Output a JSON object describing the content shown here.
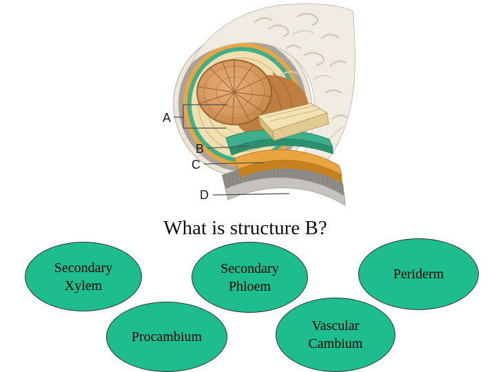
{
  "slide": {
    "title": "What is structure B?",
    "background": "#ffffff"
  },
  "colors": {
    "option_fill": "#1ebd8d",
    "option_stroke": "#2f2f2f",
    "option_text": "#000000",
    "title_text": "#0d0d0d"
  },
  "diagram": {
    "labels": [
      {
        "letter": "A"
      },
      {
        "letter": "B"
      },
      {
        "letter": "C"
      },
      {
        "letter": "D"
      }
    ],
    "colors": {
      "bark": "#f1ece1",
      "bark_edge": "#ece6d9",
      "periderm_gray": "#a8a29b",
      "periderm_speckled": "#908c87",
      "periderm_light": "#c6c2bd",
      "phloem_orange": "#e9a53f",
      "phloem_edge": "#c6811f",
      "cambium_green": "#3fae8c",
      "cambium_edge": "#2b8e6e",
      "sapwood": "#f0dfaf",
      "slab_top": "#f2e3b5",
      "heartwood_face": "#d79a5f",
      "heartwood_side": "#bf7e41"
    }
  },
  "options": [
    {
      "name": "secondary-xylem",
      "lines": [
        "Secondary",
        "Xylem"
      ]
    },
    {
      "name": "secondary-phloem",
      "lines": [
        "Secondary",
        "Phloem"
      ]
    },
    {
      "name": "periderm",
      "lines": [
        "Periderm"
      ]
    },
    {
      "name": "procambium",
      "lines": [
        "Procambium"
      ]
    },
    {
      "name": "vascular-cambium",
      "lines": [
        "Vascular",
        "Cambium"
      ]
    }
  ]
}
